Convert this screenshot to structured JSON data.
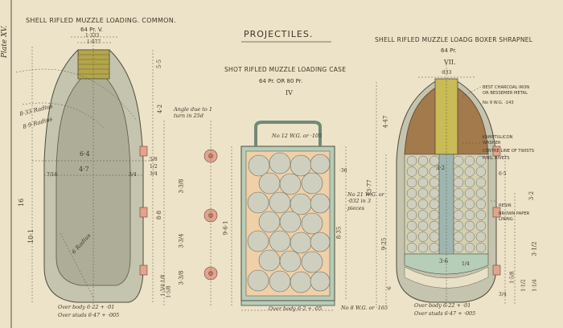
{
  "plate_label": "Plate XV.",
  "main_title": "PROJECTILES.",
  "shell_common": {
    "title": "SHELL RIFLED MUZZLE LOADING. COMMON.",
    "weight": "64 Pr. V.",
    "roman": "",
    "fuze_dims": [
      "1·333",
      "1·077"
    ],
    "calibre": "6·4",
    "inner_diam": "4·7",
    "dim_left_shoulder": "7/16",
    "dim_right_shoulder": "3/4",
    "length_total": "16",
    "length_body": "10·1",
    "radius_outer": "8·33 Radius",
    "radius_inner": "8·9 Radius",
    "radius_base": "6 Radius",
    "note_angle": "Angle due to 1 turn in 25d",
    "dim_nose": "5·5",
    "dim_head": "4·2",
    "stud_dims": [
      "5/8",
      "1/2",
      "3/4"
    ],
    "dim_stud_spacing_a": "3·3/8",
    "dim_stud_spacing_b": "8·8",
    "dim_stud_spacing_c": "3·3/4",
    "dim_stud_spacing_d": "3·3/8",
    "dim_base": "1·3/4·1/8",
    "dim_base_right": "1·5/8",
    "foot_over_body": "Over body 6·22 + ·01",
    "foot_over_studs": "Over studs 6·47 + ·005"
  },
  "case_shot": {
    "title": "SHOT RIFLED MUZZLE LOADING CASE",
    "weight": "64 Pr. OR 80 Pr.",
    "roman": "IV",
    "note_handle": "No 12 W.G. or ·105",
    "note_walls": "No 21 W.G. or ·032 in 3 pieces",
    "dim_height": "9·6·1",
    "dim_inner_height": "8·35",
    "dim_top_right": "·36",
    "foot_over_body": "Over body 6·2 + ·05",
    "foot_base": "No 8 W.G. or ·165"
  },
  "shrapnel": {
    "title": "SHELL RIFLED MUZZLE LOADG BOXER SHRAPNEL",
    "weight": "64 Pr.",
    "roman": "VII.",
    "dim_fuze": "·833",
    "note_iron": "BEST CHARCOAL IRON OR BESSEMER METAL",
    "note_gauge": "No 9 W.G. ·143",
    "note_kamptulicon": "KAMPTULICON WASHER",
    "note_centre": "CENTRE LINE OF TWISTS",
    "note_rivets": "PINS, RIVETS",
    "note_resin": "RESIN",
    "note_paper": "BROWN PAPER LINING",
    "dim_head": "4·47",
    "dim_body": "13·77",
    "dim_total": "9·25",
    "dim_chamber": "3·2",
    "dim_right_a": "6·5",
    "dim_right_b": "3·2",
    "dim_right_c": "3·1/2",
    "dim_base_a": "1·5/8",
    "dim_base_b": "1·1/2",
    "dim_base_c": "1·1/4",
    "dim_base_d": "·6",
    "dim_base_e": "3/4",
    "dim_base_inner": "3·6",
    "dim_wall": "1/4",
    "foot_over_body": "Over body 6·22 + ·01",
    "foot_over_studs": "Over studs 6·47 + ·005"
  }
}
